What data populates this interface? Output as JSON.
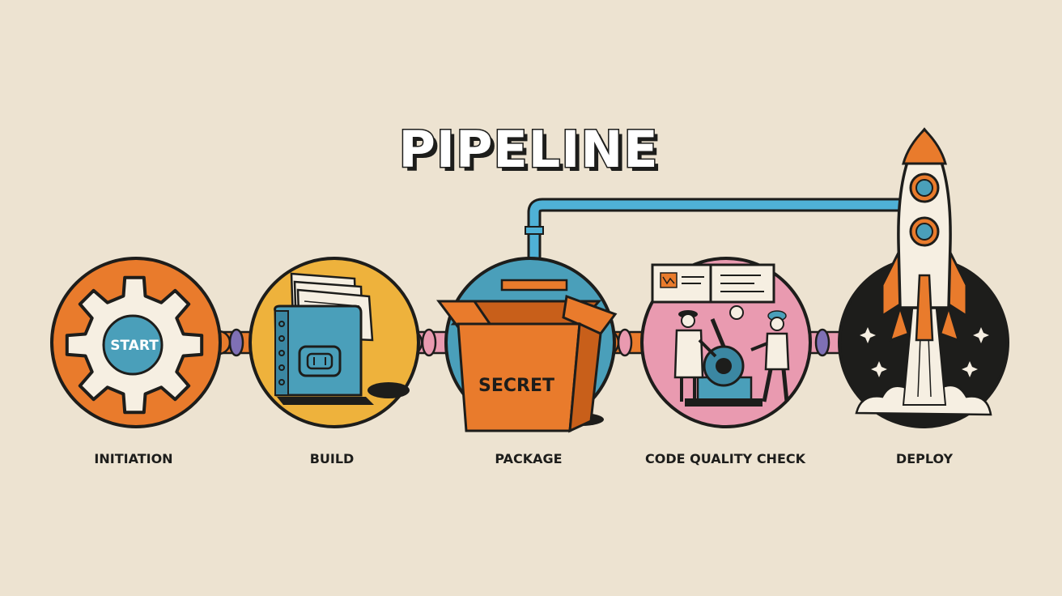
{
  "title": "PIPELINE",
  "stages": [
    {
      "label": "INITIATION",
      "badge": "START",
      "icon": "gear-icon",
      "color": "#e97b2c"
    },
    {
      "label": "BUILD",
      "icon": "book-icon",
      "color": "#eeb23c"
    },
    {
      "label": "PACKAGE",
      "badge": "SECRET",
      "icon": "box-icon",
      "color": "#4a9fba"
    },
    {
      "label": "CODE QUALITY CHECK",
      "icon": "inspectors-icon",
      "color": "#e99ab0"
    },
    {
      "label": "DEPLOY",
      "icon": "rocket-icon",
      "color": "#1d1d1b"
    }
  ],
  "colors": {
    "background": "#ede3d1",
    "ink": "#1d1d1b",
    "orange": "#e97b2c",
    "teal": "#4a9fba",
    "pipe": "#4fb1d6",
    "pink": "#e99ab0",
    "purple": "#7f70b5",
    "cream": "#f6efe2"
  }
}
